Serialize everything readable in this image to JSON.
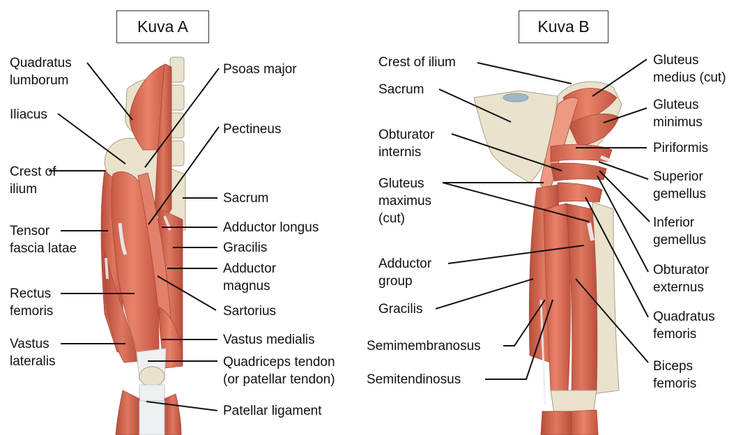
{
  "panel_a": {
    "title": "Kuva A",
    "labels": {
      "quadratus_lumborum": "Quadratus\nlumborum",
      "iliacus": "Iliacus",
      "crest_of_ilium": "Crest of\nilium",
      "tensor_fascia_latae": "Tensor\nfascia latae",
      "rectus_femoris": "Rectus\nfemoris",
      "vastus_lateralis": "Vastus\nlateralis",
      "psoas_major": "Psoas major",
      "pectineus": "Pectineus",
      "sacrum": "Sacrum",
      "adductor_longus": "Adductor longus",
      "gracilis": "Gracilis",
      "adductor_magnus": "Adductor\nmagnus",
      "sartorius": "Sartorius",
      "vastus_medialis": "Vastus medialis",
      "quadriceps_tendon": "Quadriceps tendon\n(or patellar tendon)",
      "patellar_ligament": "Patellar ligament"
    }
  },
  "panel_b": {
    "title": "Kuva B",
    "labels": {
      "crest_of_ilium": "Crest of ilium",
      "sacrum": "Sacrum",
      "obturator_internis": "Obturator\ninternis",
      "gluteus_maximus": "Gluteus\nmaximus\n(cut)",
      "adductor_group": "Adductor\ngroup",
      "gracilis": "Gracilis",
      "semimembranosus": "Semimembranosus",
      "semitendinosus": "Semitendinosus",
      "gluteus_medius": "Gluteus\nmedius (cut)",
      "gluteus_minimus": "Gluteus\nminimus",
      "piriformis": "Piriformis",
      "superior_gemellus": "Superior\ngemellus",
      "inferior_gemellus": "Inferior\ngemellus",
      "obturator_externus": "Obturator\nexternus",
      "quadratus_femoris": "Quadratus\nfemoris",
      "biceps_femoris": "Biceps\nfemoris"
    }
  },
  "colors": {
    "muscle": "#d9705a",
    "muscle_dark": "#b8503c",
    "muscle_light": "#ec9a82",
    "bone": "#e9e2cc",
    "bone_edge": "#a89f86",
    "tendon": "#eef0f2",
    "leader": "#111111"
  }
}
